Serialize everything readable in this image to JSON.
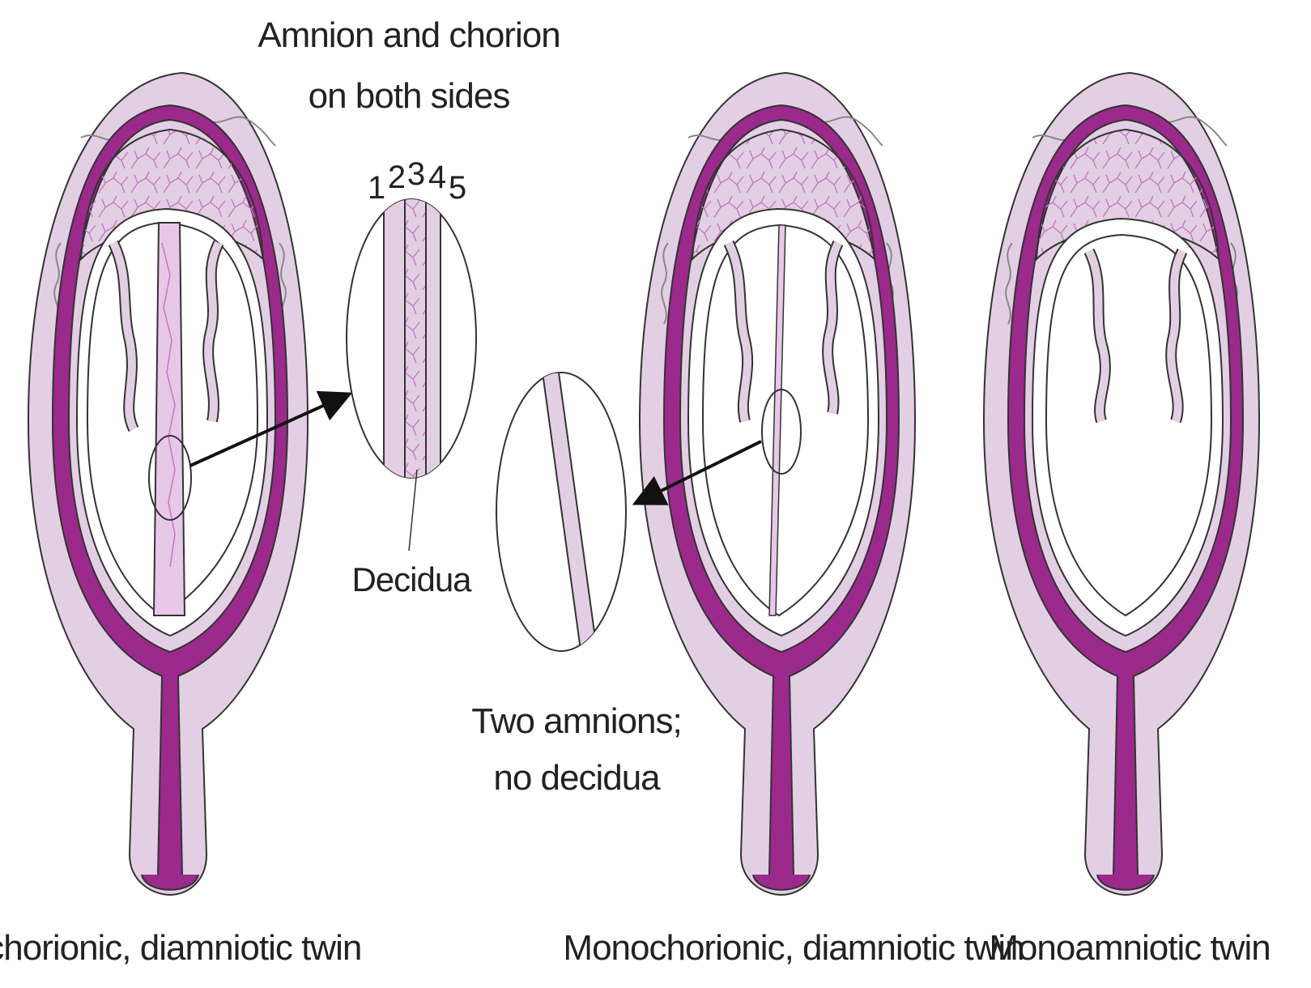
{
  "colors": {
    "outer_tissue": "#e3cfe3",
    "myometrium_band": "#9b2a8c",
    "decidua_pink": "#e8c8e8",
    "placenta_vessels": "#c478c4",
    "outline": "#333333",
    "cavity": "#ffffff"
  },
  "labels": {
    "top_note_line1": "Amnion and chorion",
    "top_note_line2": "on both sides",
    "layer_numbers": [
      "1",
      "2",
      "3",
      "4",
      "5"
    ],
    "decidua": "Decidua",
    "middle_note_line1": "Two amnions;",
    "middle_note_line2": "no decidua",
    "caption_left": "Dichorionic, diamniotic twin",
    "caption_middle": "Monochorionic, diamniotic twin",
    "caption_right": "Monoamniotic twin"
  }
}
